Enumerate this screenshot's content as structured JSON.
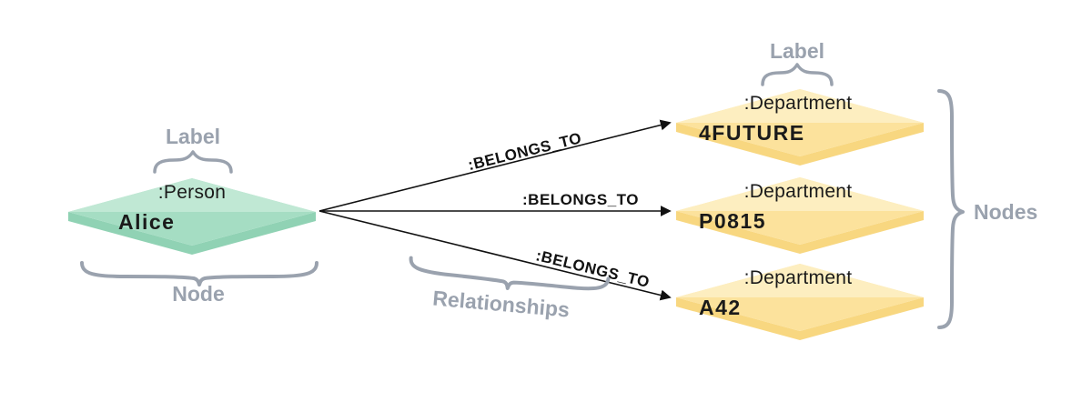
{
  "nodes": {
    "person": {
      "label": ":Person",
      "name": "Alice"
    },
    "departments": [
      {
        "label": ":Department",
        "name": "4FUTURE"
      },
      {
        "label": ":Department",
        "name": "P0815"
      },
      {
        "label": ":Department",
        "name": "A42"
      }
    ]
  },
  "relationships": [
    {
      "type": ":BELONGS_TO"
    },
    {
      "type": ":BELONGS_TO"
    },
    {
      "type": ":BELONGS_TO"
    }
  ],
  "annotations": {
    "person_label_caption": "Label",
    "department_label_caption": "Label",
    "node_caption": "Node",
    "nodes_caption": "Nodes",
    "relationships_caption": "Relationships"
  },
  "colors": {
    "person_node_light": "#c0e8d4",
    "person_node_mid": "#a5ddc3",
    "person_node_dark": "#90d2b4",
    "department_node_light": "#fdeec0",
    "department_node_mid": "#fce29c",
    "department_node_dark": "#f8d780",
    "annotation_gray": "#9aa2ae",
    "text_dark": "#1a1a1a",
    "arrow_black": "#111111"
  }
}
